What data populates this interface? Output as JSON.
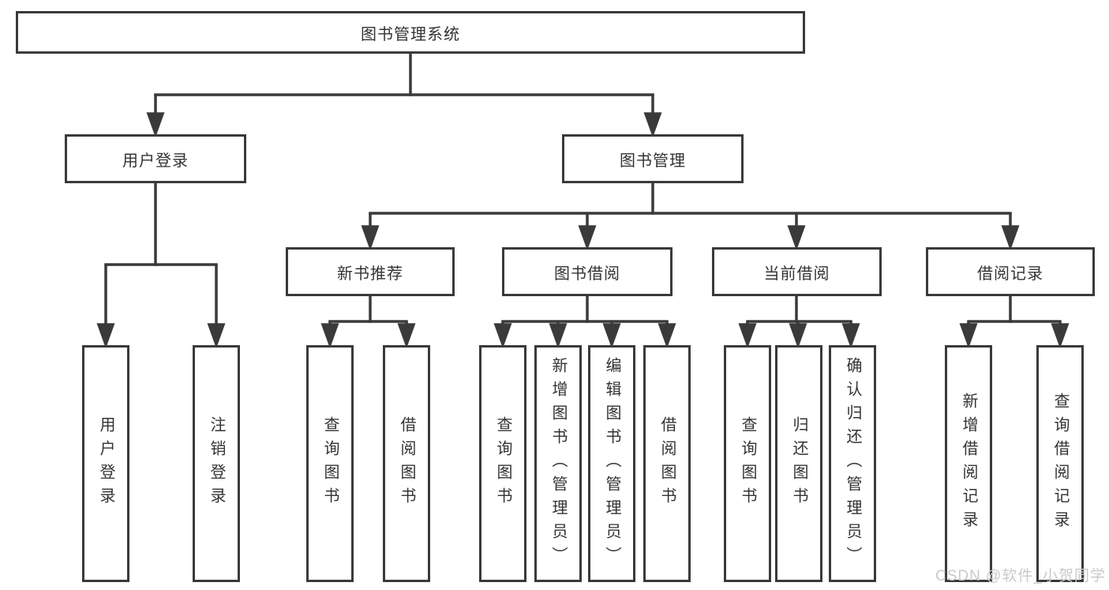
{
  "diagram": {
    "root": "图书管理系统",
    "branches": [
      {
        "label": "用户登录",
        "leaves": [
          "用户登录",
          "注销登录"
        ]
      },
      {
        "label": "图书管理",
        "children": [
          {
            "label": "新书推荐",
            "leaves": [
              "查询图书",
              "借阅图书"
            ]
          },
          {
            "label": "图书借阅",
            "leaves": [
              "查询图书",
              "新增图书（管理员）",
              "编辑图书（管理员）",
              "借阅图书"
            ]
          },
          {
            "label": "当前借阅",
            "leaves": [
              "查询图书",
              "归还图书",
              "确认归还（管理员）"
            ]
          },
          {
            "label": "借阅记录",
            "leaves": [
              "新增借阅记录",
              "查询借阅记录"
            ]
          }
        ]
      }
    ]
  },
  "watermark": "CSDN @软件_小贺同学",
  "colors": {
    "line": "#3a3a3a",
    "box_border": "#3a3a3a",
    "box_fill": "#ffffff",
    "text": "#333333",
    "watermark": "#c9c9c9"
  }
}
